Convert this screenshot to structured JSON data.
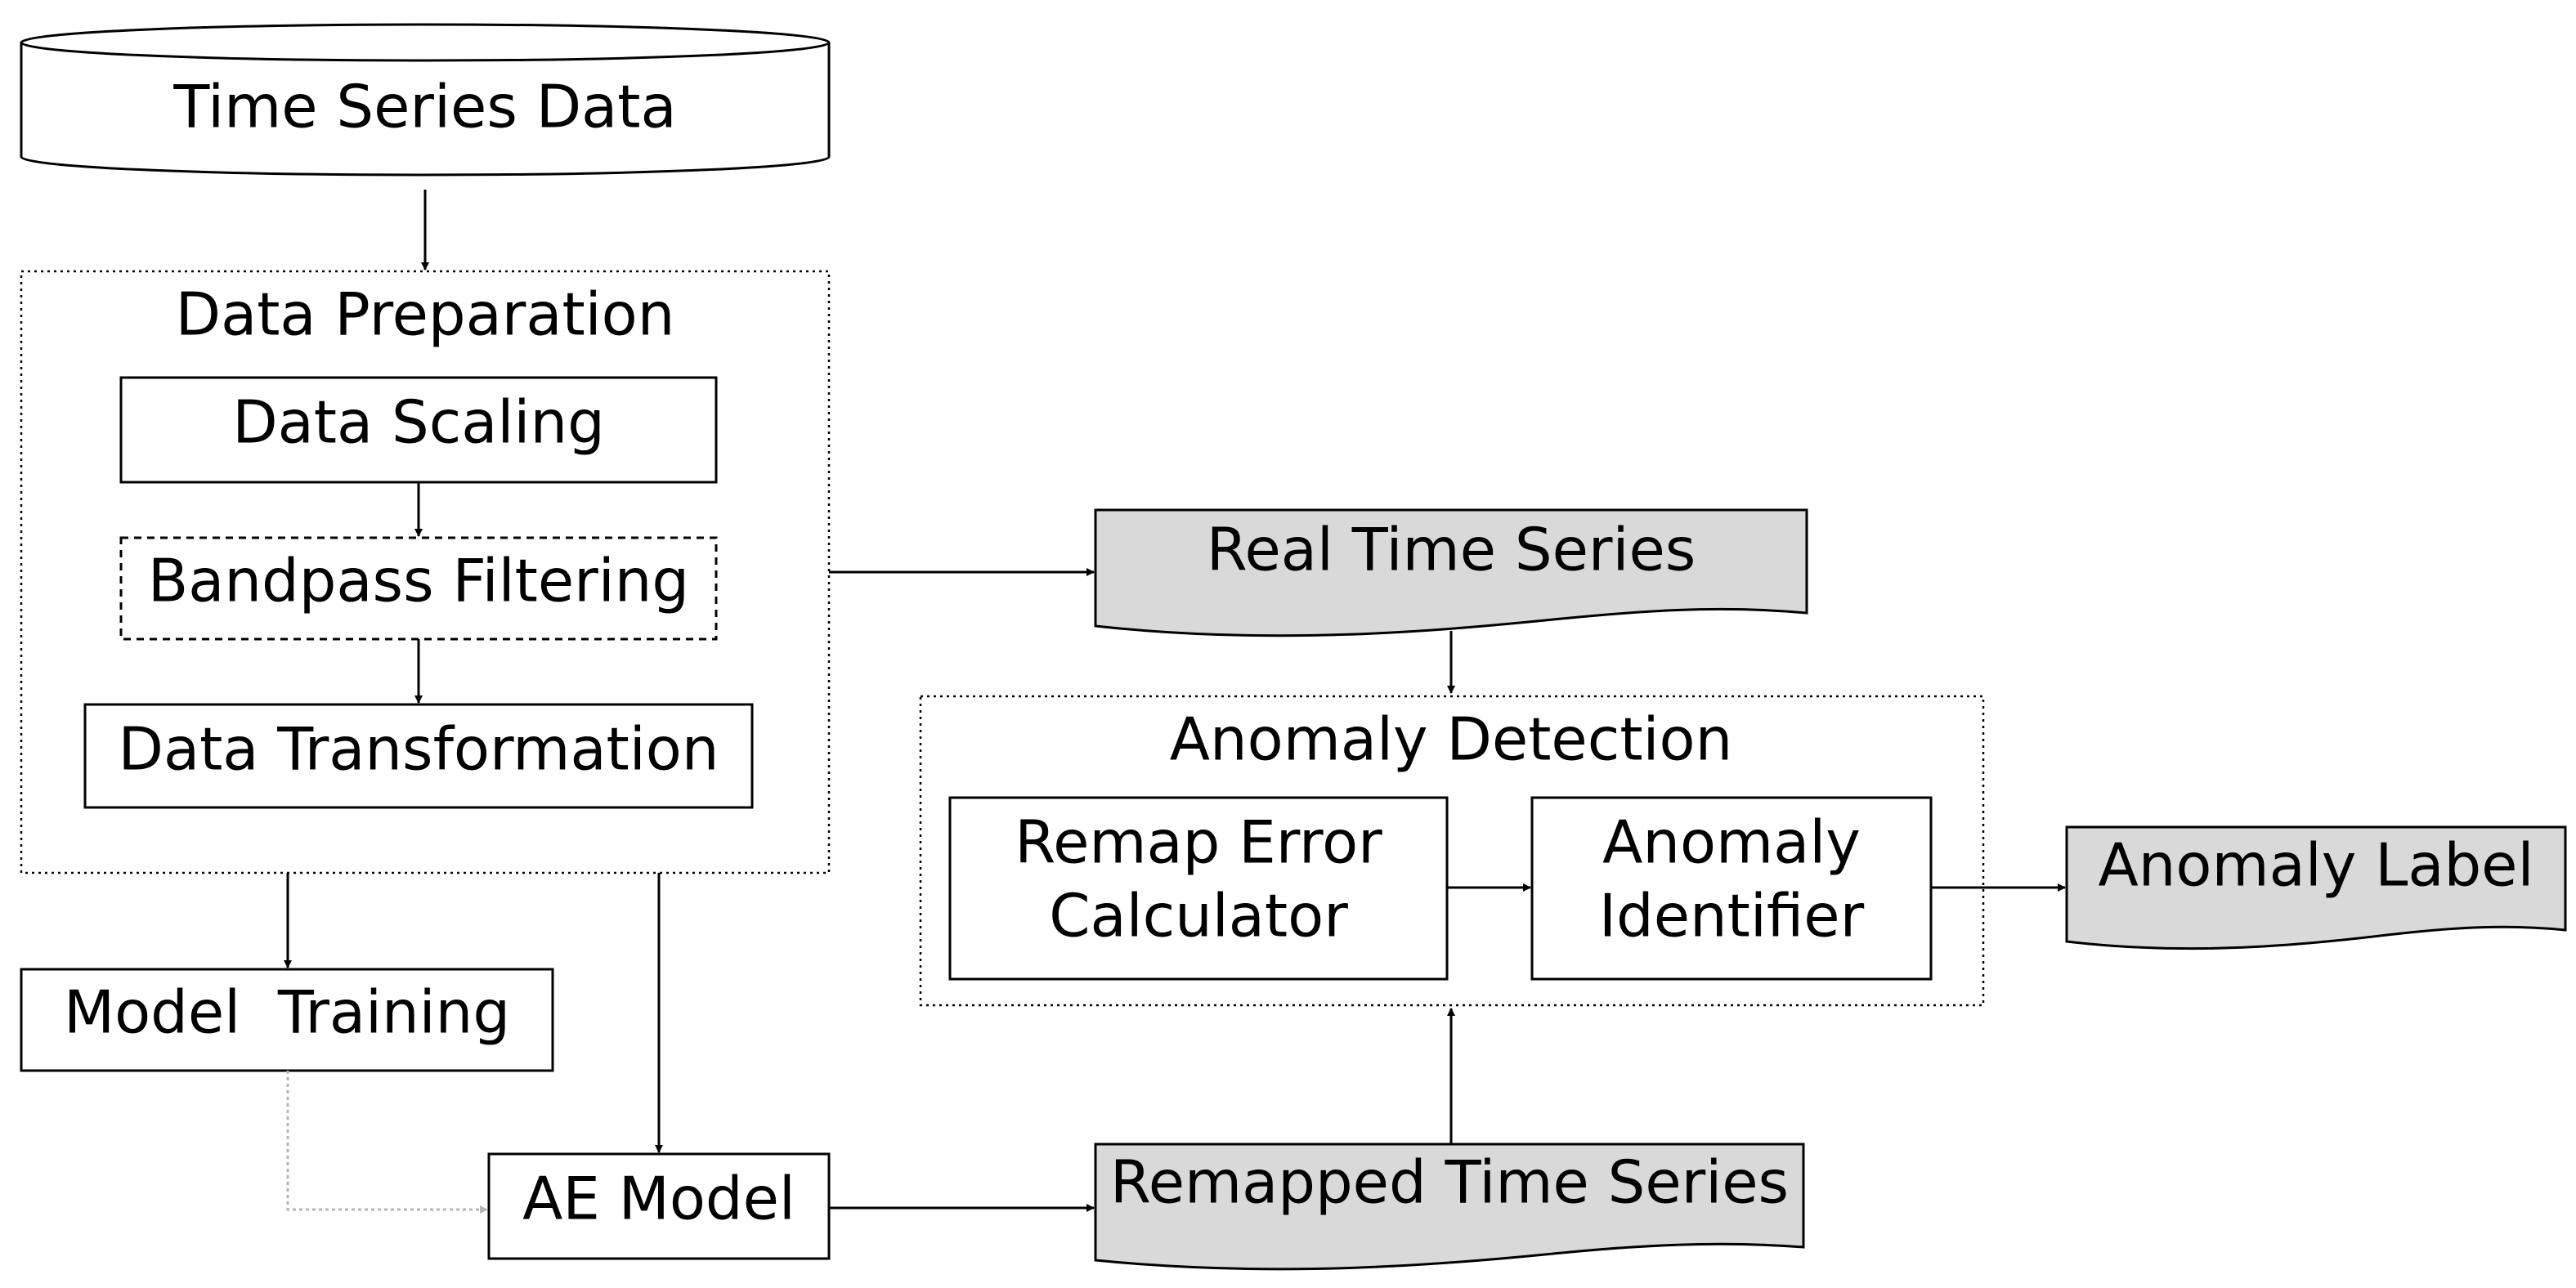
{
  "nodes": {
    "time_series_data": "Time Series Data",
    "data_preparation": "Data Preparation",
    "data_scaling": "Data Scaling",
    "bandpass_filtering": "Bandpass Filtering",
    "data_transformation": "Data Transformation",
    "model_training": "Model  Training",
    "ae_model": "AE Model",
    "real_time_series": "Real Time Series",
    "anomaly_detection": "Anomaly Detection",
    "remap_error_line1": "Remap Error",
    "remap_error_line2": "Calculator",
    "anomaly_identifier_line1": "Anomaly",
    "anomaly_identifier_line2": "Identifier",
    "anomaly_label": "Anomaly Label",
    "remapped_time_series": "Remapped Time Series"
  },
  "colors": {
    "document_fill": "#d9d9d9",
    "line": "#000000",
    "training_link": "#b5b5b5"
  }
}
